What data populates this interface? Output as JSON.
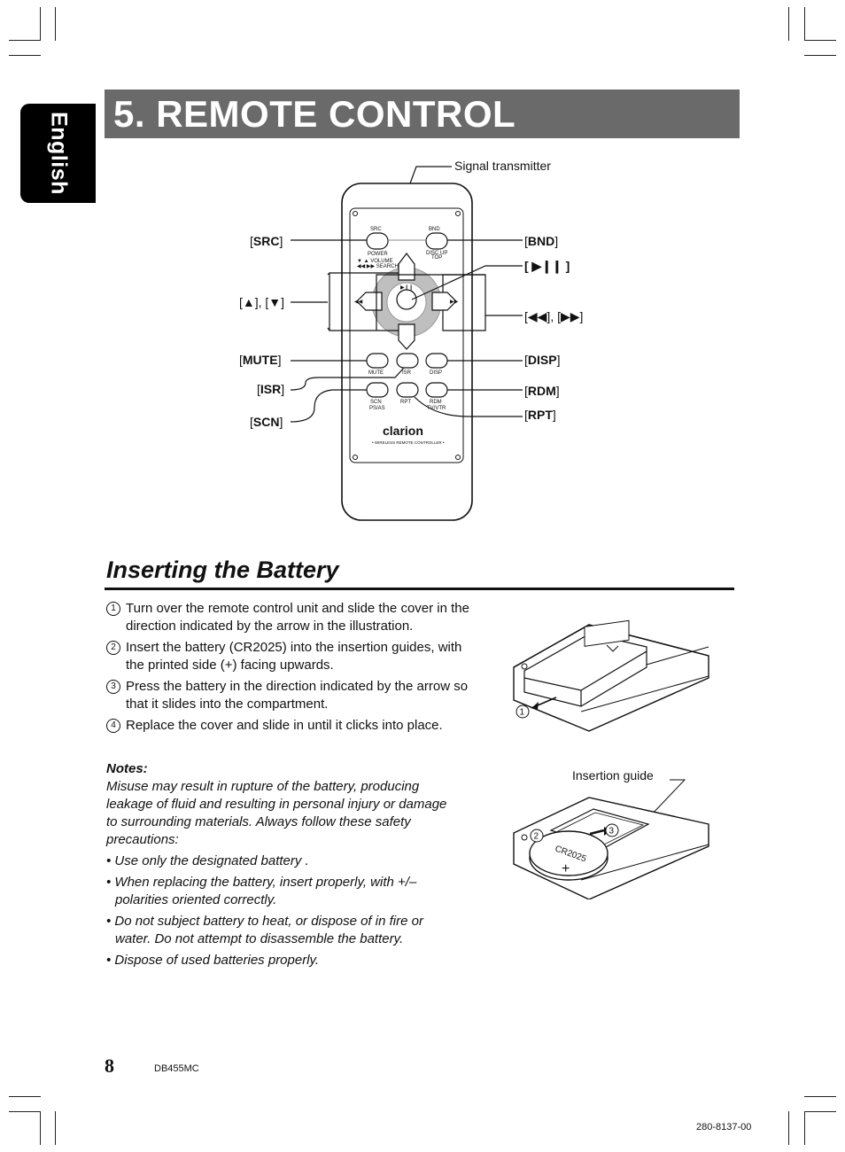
{
  "language_tab": "English",
  "title": "5. REMOTE CONTROL",
  "remote": {
    "signal_label": "Signal transmitter",
    "labels": {
      "src": "SRC",
      "bnd": "BND",
      "play_pause": "[ ▶❙❙ ]",
      "up_down": "[▲], [▼]",
      "prev_next": "[◀◀], [▶▶]",
      "mute": "MUTE",
      "disp": "DISP",
      "isr": "ISR",
      "rdm": "RDM",
      "rpt": "RPT",
      "scn": "SCN"
    },
    "button_text": {
      "src": "SRC",
      "power": "POWER",
      "bnd": "BND",
      "disc_up": "DISC UP",
      "top": "TOP",
      "volume": "▼ ▲  VOLUME",
      "search": "◀◀ ▶▶  SEARCH",
      "mute": "MUTE",
      "isr": "ISR",
      "disp": "DISP",
      "scn": "SCN",
      "psas": "PS/AS",
      "rpt": "RPT",
      "rdm": "RDM",
      "tvvtr": "TV/VTR",
      "play": "▶❙❙"
    },
    "brand": "clarion",
    "brand_sub": "• WIRELESS REMOTE CONTROLLER •"
  },
  "section_title": "Inserting the Battery",
  "steps": [
    {
      "num": "1",
      "text": "Turn over the remote control unit and slide the cover in the direction indicated by the arrow in the illustration."
    },
    {
      "num": "2",
      "text": "Insert the battery (CR2025) into the insertion guides, with the printed side (+) facing upwards."
    },
    {
      "num": "3",
      "text": "Press the battery in the direction indicated by the arrow so that it slides into the compartment."
    },
    {
      "num": "4",
      "text": "Replace the cover and slide in until it clicks into place."
    }
  ],
  "notes": {
    "heading": "Notes:",
    "intro": "Misuse may result in rupture of the battery, producing leakage of fluid and resulting in personal injury or damage to surrounding materials. Always follow these safety precautions:",
    "bullets": [
      "• Use only the designated battery .",
      "• When replacing the battery, insert properly, with +/– polarities oriented correctly.",
      "• Do not subject battery to heat, or dispose of in fire or water. Do not attempt to disassemble the battery.",
      "• Dispose of used batteries properly."
    ]
  },
  "illustrations": {
    "insertion_guide": "Insertion guide",
    "battery_code": "CR2025",
    "battery_plus": "+",
    "marker_1": "1",
    "marker_2": "2",
    "marker_3": "3"
  },
  "footer": {
    "page_number": "8",
    "model": "DB455MC",
    "doc_number": "280-8137-00"
  }
}
